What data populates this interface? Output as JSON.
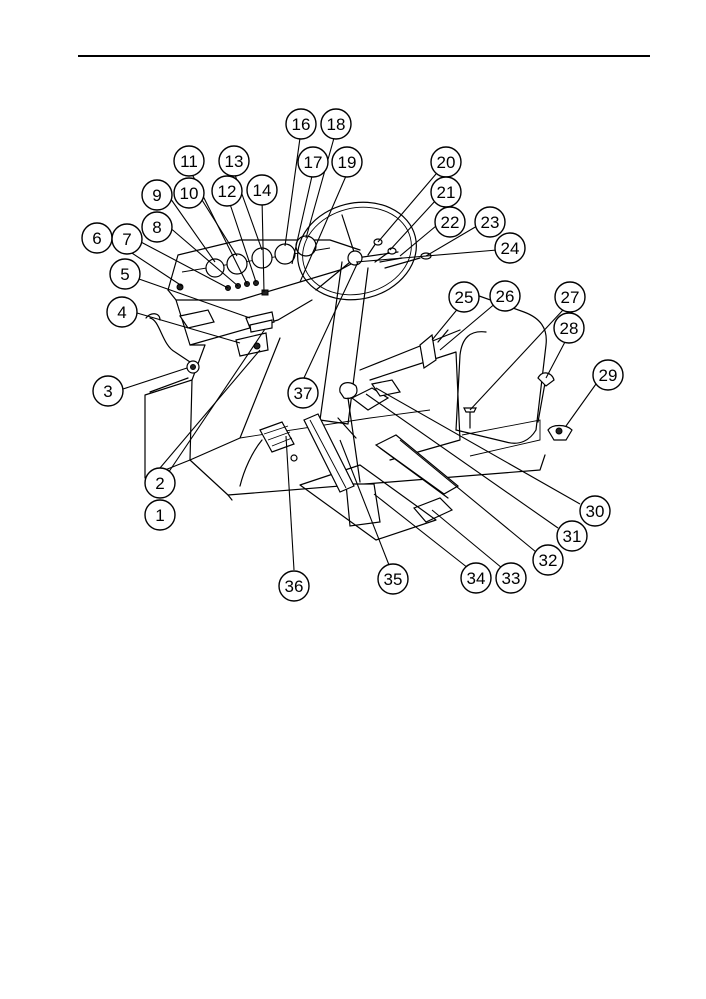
{
  "figure": {
    "callouts": [
      {
        "id": "c1",
        "label": "1"
      },
      {
        "id": "c2",
        "label": "2"
      },
      {
        "id": "c3",
        "label": "3"
      },
      {
        "id": "c4",
        "label": "4"
      },
      {
        "id": "c5",
        "label": "5"
      },
      {
        "id": "c6",
        "label": "6"
      },
      {
        "id": "c7",
        "label": "7"
      },
      {
        "id": "c8",
        "label": "8"
      },
      {
        "id": "c9",
        "label": "9"
      },
      {
        "id": "c10",
        "label": "10"
      },
      {
        "id": "c11",
        "label": "11"
      },
      {
        "id": "c12",
        "label": "12"
      },
      {
        "id": "c13",
        "label": "13"
      },
      {
        "id": "c14",
        "label": "14"
      },
      {
        "id": "c16",
        "label": "16"
      },
      {
        "id": "c17",
        "label": "17"
      },
      {
        "id": "c18",
        "label": "18"
      },
      {
        "id": "c19",
        "label": "19"
      },
      {
        "id": "c20",
        "label": "20"
      },
      {
        "id": "c21",
        "label": "21"
      },
      {
        "id": "c22",
        "label": "22"
      },
      {
        "id": "c23",
        "label": "23"
      },
      {
        "id": "c24",
        "label": "24"
      },
      {
        "id": "c25",
        "label": "25"
      },
      {
        "id": "c26",
        "label": "26"
      },
      {
        "id": "c27",
        "label": "27"
      },
      {
        "id": "c28",
        "label": "28"
      },
      {
        "id": "c29",
        "label": "29"
      },
      {
        "id": "c30",
        "label": "30"
      },
      {
        "id": "c31",
        "label": "31"
      },
      {
        "id": "c32",
        "label": "32"
      },
      {
        "id": "c33",
        "label": "33"
      },
      {
        "id": "c34",
        "label": "34"
      },
      {
        "id": "c35",
        "label": "35"
      },
      {
        "id": "c36",
        "label": "36"
      },
      {
        "id": "c37",
        "label": "37"
      }
    ]
  }
}
